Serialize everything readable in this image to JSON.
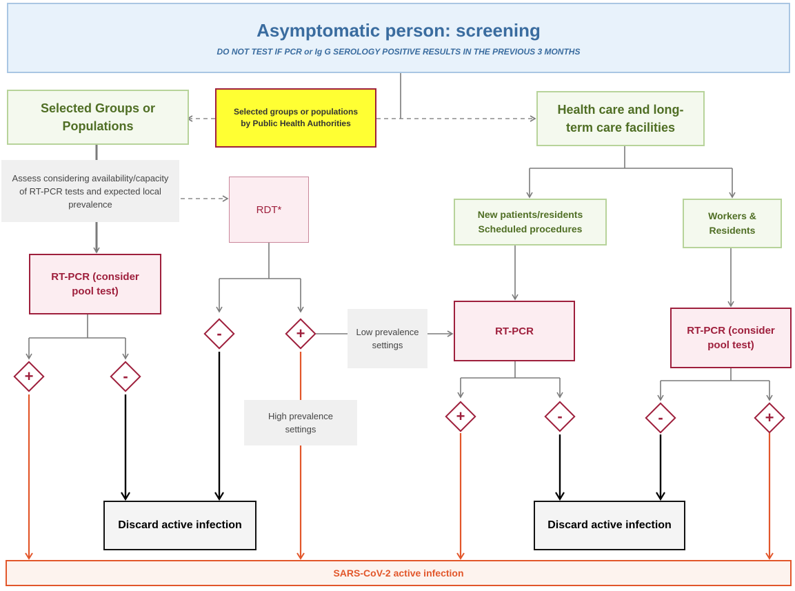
{
  "header": {
    "title": "Asymptomatic person: screening",
    "subtitle": "DO NOT TEST IF PCR or Ig G SEROLOGY POSITIVE RESULTS IN THE PREVIOUS 3 MONTHS"
  },
  "nodes": {
    "selected_groups": "Selected Groups or Populations",
    "public_health": "Selected groups or populations by Public Health Authorities",
    "health_care": "Health care and long-term care facilities",
    "assess_note": "Assess considering availability/capacity of RT-PCR tests and expected local prevalence",
    "rdt": "RDT*",
    "new_patients": "New patients/residents Scheduled procedures",
    "workers": "Workers & Residents",
    "rtpcr_left": "RT-PCR (consider pool test)",
    "rtpcr_mid": "RT-PCR",
    "rtpcr_right": "RT-PCR (consider pool test)",
    "low_prevalence": "Low prevalence settings",
    "high_prevalence": "High prevalence settings",
    "discard_left": "Discard active infection",
    "discard_right": "Discard active infection",
    "final": "SARS-CoV-2 active infection"
  },
  "signs": {
    "plus": "+",
    "minus": "-"
  }
}
